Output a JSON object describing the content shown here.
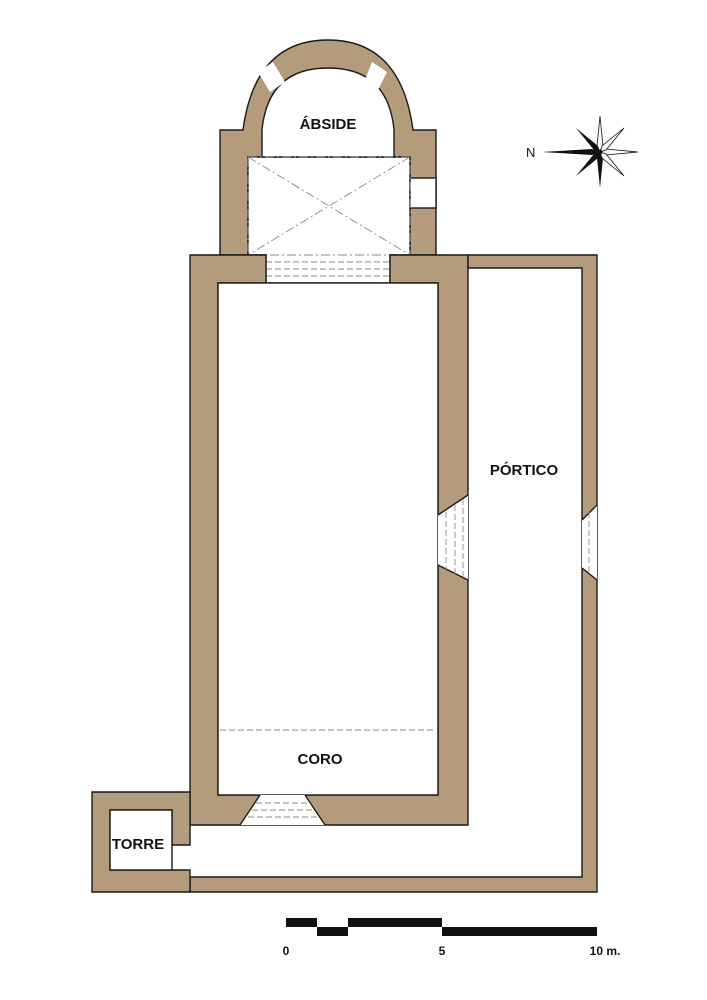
{
  "labels": {
    "apse": "ÁBSIDE",
    "portico": "PÓRTICO",
    "choir": "CORO",
    "tower": "TORRE"
  },
  "north_arrow": {
    "letter": "N"
  },
  "scale_bar": {
    "ticks": [
      "0",
      "5",
      "10 m."
    ]
  },
  "colors": {
    "wall": "#b39b7c",
    "outline": "#1a1a1a",
    "background": "#ffffff"
  }
}
